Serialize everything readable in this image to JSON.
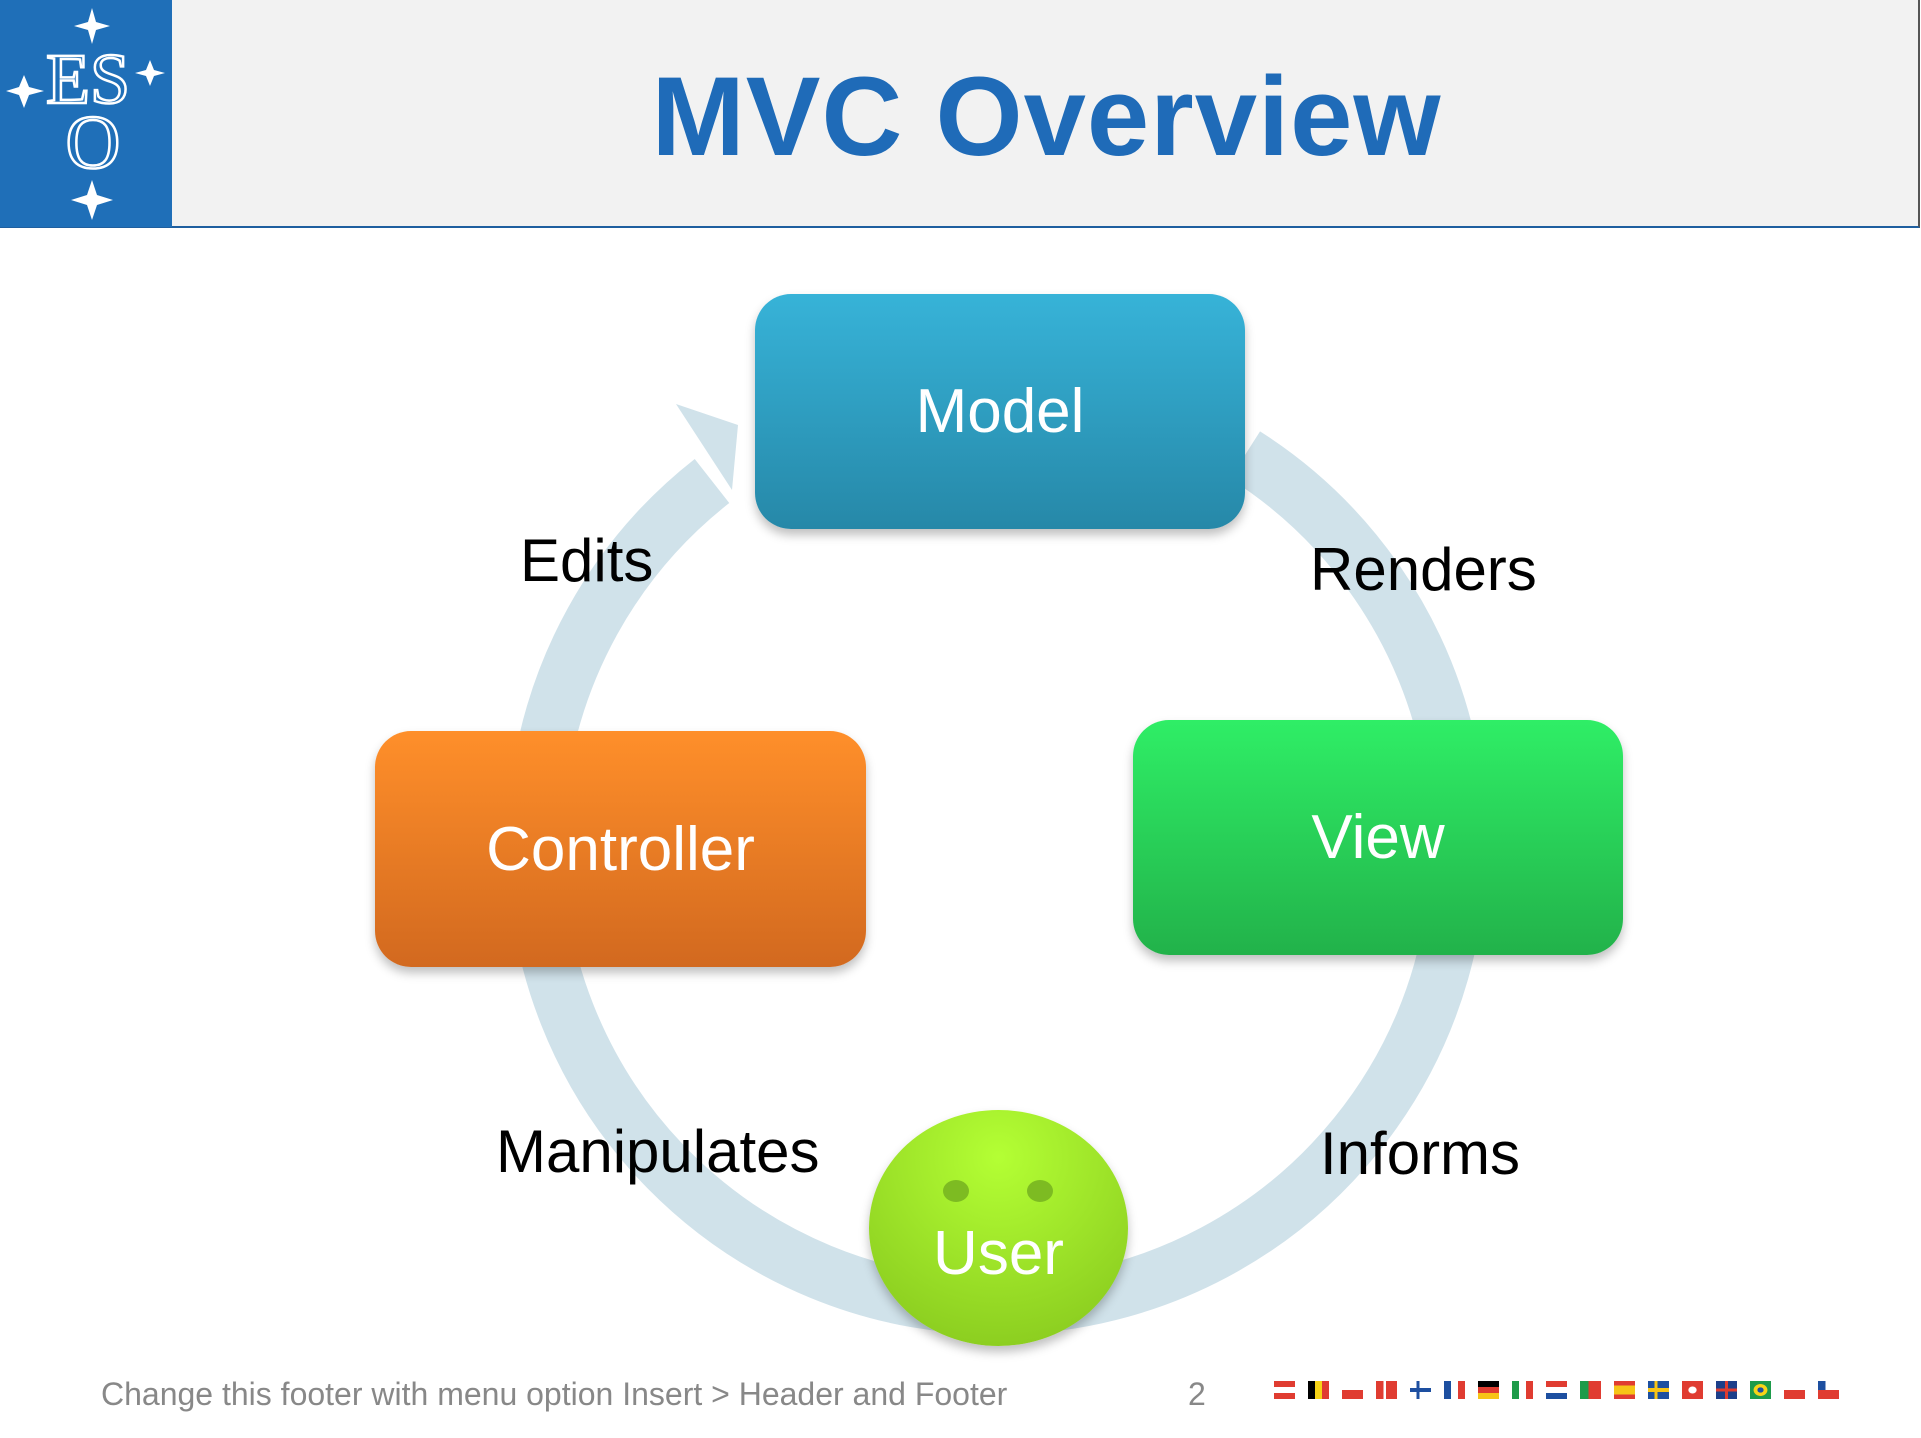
{
  "header": {
    "title": "MVC Overview",
    "logo_text": "ESO"
  },
  "diagram": {
    "nodes": {
      "model": "Model",
      "controller": "Controller",
      "view": "View",
      "user": "User"
    },
    "edges": {
      "edits": "Edits",
      "renders": "Renders",
      "manipulates": "Manipulates",
      "informs": "Informs"
    }
  },
  "footer": {
    "text": "Change this footer with menu option Insert > Header and Footer",
    "page_number": "2"
  },
  "flags": [
    {
      "name": "austria",
      "bg": "linear-gradient(#e03c31 33%,#fff 33% 66%,#e03c31 66%)"
    },
    {
      "name": "belgium",
      "bg": "linear-gradient(90deg,#000 33%,#f7d417 33% 66%,#e03c31 66%)"
    },
    {
      "name": "czech",
      "bg": "linear-gradient(#fff 50%,#e03c31 50%)"
    },
    {
      "name": "denmark",
      "bg": "linear-gradient(90deg,#e03c31 35%,#fff 35% 48%,#e03c31 48%)"
    },
    {
      "name": "finland",
      "bg": "linear-gradient(90deg,transparent 30%,#1d4fa0 30% 45%,transparent 45%),linear-gradient(#fff 40%,#1d4fa0 40% 60%,#fff 60%)"
    },
    {
      "name": "france",
      "bg": "linear-gradient(90deg,#1d4fa0 33%,#fff 33% 66%,#e03c31 66%)"
    },
    {
      "name": "germany",
      "bg": "linear-gradient(#000 33%,#e03c31 33% 66%,#f7c417 66%)"
    },
    {
      "name": "italy",
      "bg": "linear-gradient(90deg,#1e9b4a 33%,#fff 33% 66%,#e03c31 66%)"
    },
    {
      "name": "netherlands",
      "bg": "linear-gradient(#e03c31 33%,#fff 33% 66%,#1d4fa0 66%)"
    },
    {
      "name": "portugal",
      "bg": "linear-gradient(90deg,#1e9b4a 40%,#e03c31 40%)"
    },
    {
      "name": "spain",
      "bg": "linear-gradient(#e03c31 25%,#f7c417 25% 75%,#e03c31 75%)"
    },
    {
      "name": "sweden",
      "bg": "linear-gradient(90deg,transparent 30%,#f7c417 30% 45%,transparent 45%),linear-gradient(#1d4fa0 40%,#f7c417 40% 60%,#1d4fa0 60%)"
    },
    {
      "name": "switzerland",
      "bg": "radial-gradient(#fff 25%,#e03c31 30%)"
    },
    {
      "name": "uk",
      "bg": "linear-gradient(90deg,transparent 42%,#e03c31 42% 58%,transparent 58%),linear-gradient(#1d3f8a 42%,#e03c31 42% 58%,#1d3f8a 58%)"
    },
    {
      "name": "brazil",
      "bg": "radial-gradient(#1d4fa0 20%,#f7d417 22% 45%,#1e9b4a 48%)"
    },
    {
      "name": "poland",
      "bg": "linear-gradient(#fff 50%,#e03c31 50%)"
    },
    {
      "name": "chile",
      "bg": "linear-gradient(90deg,#1d4fa0 35%,#fff 35%) top/100% 50% no-repeat,linear-gradient(#fff 50%,#e03c31 50%)"
    }
  ],
  "colors": {
    "title": "#1f6bb8",
    "ring": "#d0e2ea"
  }
}
